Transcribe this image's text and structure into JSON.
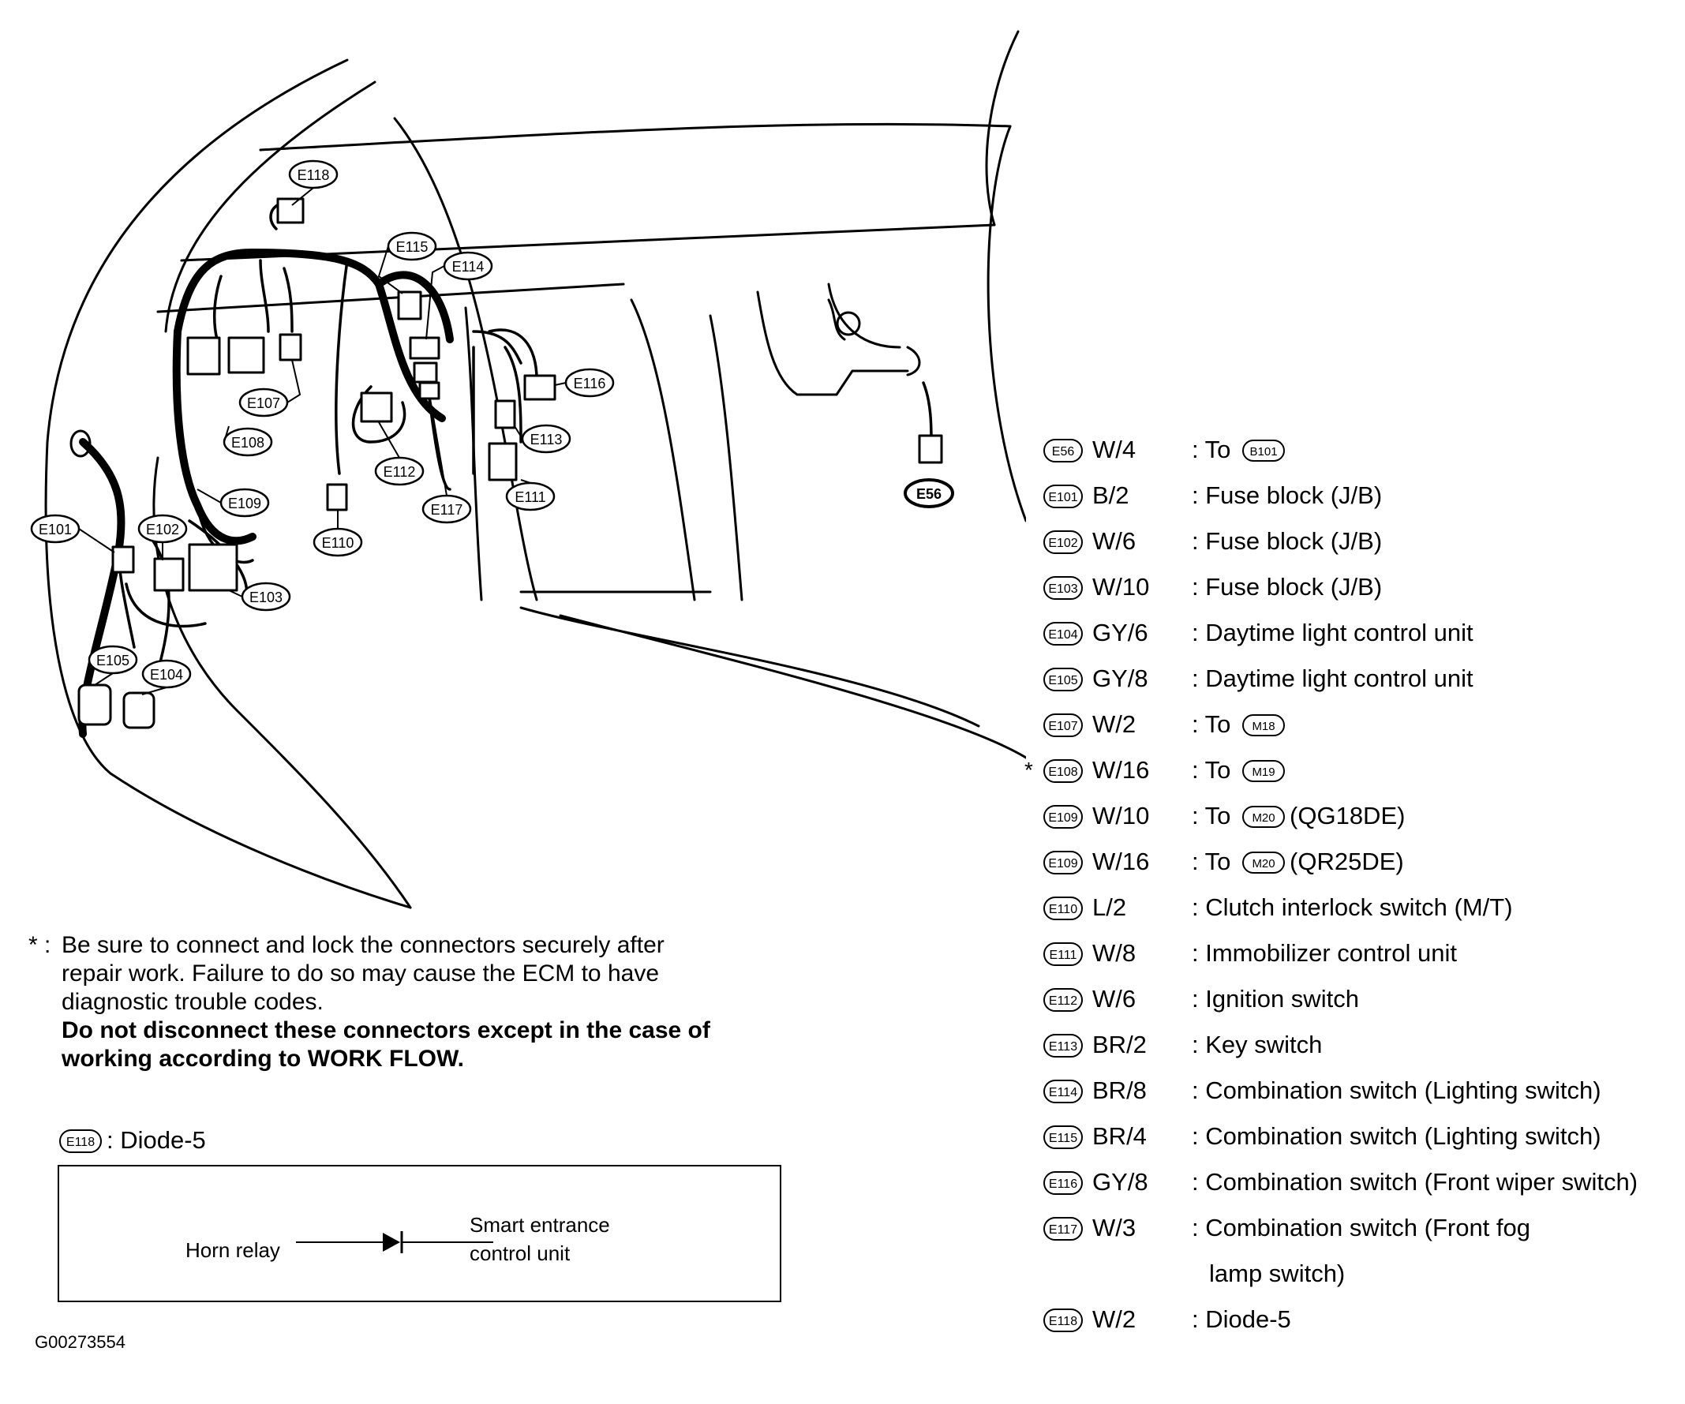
{
  "callouts": {
    "E118": "E118",
    "E115": "E115",
    "E114": "E114",
    "E107": "E107",
    "E116": "E116",
    "E108": "E108",
    "E113": "E113",
    "E112": "E112",
    "E111": "E111",
    "E117": "E117",
    "E109": "E109",
    "E110": "E110",
    "E101": "E101",
    "E102": "E102",
    "E103": "E103",
    "E105": "E105",
    "E104": "E104",
    "E56": "E56"
  },
  "legend": [
    {
      "id": "E56",
      "wire": "W/4",
      "desc": ": To",
      "ref": "B101",
      "suffix": ""
    },
    {
      "id": "E101",
      "wire": "B/2",
      "desc": ": Fuse block (J/B)"
    },
    {
      "id": "E102",
      "wire": "W/6",
      "desc": ": Fuse block (J/B)"
    },
    {
      "id": "E103",
      "wire": "W/10",
      "desc": ": Fuse block (J/B)"
    },
    {
      "id": "E104",
      "wire": "GY/6",
      "desc": ": Daytime light control unit"
    },
    {
      "id": "E105",
      "wire": "GY/8",
      "desc": ": Daytime light control unit"
    },
    {
      "id": "E107",
      "wire": "W/2",
      "desc": ": To",
      "ref": "M18",
      "suffix": ""
    },
    {
      "id": "E108",
      "wire": "W/16",
      "desc": ": To",
      "ref": "M19",
      "suffix": "",
      "star": "*"
    },
    {
      "id": "E109",
      "wire": "W/10",
      "desc": ": To",
      "ref": "M20",
      "suffix": "(QG18DE)"
    },
    {
      "id": "E109",
      "wire": "W/16",
      "desc": ": To",
      "ref": "M20",
      "suffix": "(QR25DE)"
    },
    {
      "id": "E110",
      "wire": "L/2",
      "desc": ": Clutch interlock switch (M/T)"
    },
    {
      "id": "E111",
      "wire": "W/8",
      "desc": ": Immobilizer control unit"
    },
    {
      "id": "E112",
      "wire": "W/6",
      "desc": ": Ignition switch"
    },
    {
      "id": "E113",
      "wire": "BR/2",
      "desc": ": Key switch"
    },
    {
      "id": "E114",
      "wire": "BR/8",
      "desc": ": Combination switch (Lighting switch)"
    },
    {
      "id": "E115",
      "wire": "BR/4",
      "desc": ": Combination switch (Lighting switch)"
    },
    {
      "id": "E116",
      "wire": "GY/8",
      "desc": ": Combination switch (Front wiper switch)"
    },
    {
      "id": "E117",
      "wire": "W/3",
      "desc": ": Combination switch (Front fog",
      "cont": "lamp switch)"
    },
    {
      "id": "E118",
      "wire": "W/2",
      "desc": ": Diode-5"
    }
  ],
  "note": {
    "star": "*",
    "colon": ":",
    "line1": "Be sure to connect and lock the connectors securely after",
    "line2": "repair work. Failure to do so may cause the ECM to have",
    "line3": "diagnostic trouble codes.",
    "line4": "Do not disconnect these connectors except in the case of",
    "line5": "working according to WORK FLOW."
  },
  "diode": {
    "id": "E118",
    "title": ": Diode-5",
    "left_label": "Horn relay",
    "right_label_1": "Smart entrance",
    "right_label_2": "control unit"
  },
  "figure_code": "G00273554"
}
